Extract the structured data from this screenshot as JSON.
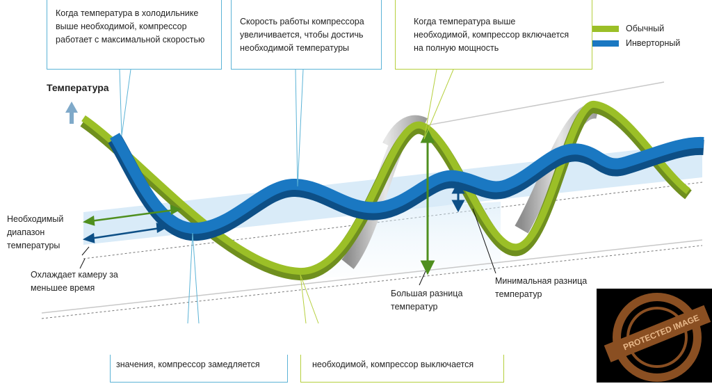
{
  "axis_title": "Температура",
  "legend": [
    {
      "label": "Обычный",
      "color": "#9bbf27"
    },
    {
      "label": "Инверторный",
      "color": "#1a78c2"
    }
  ],
  "callouts": {
    "top_left": "Когда температура в холодильнике выше необходимой, компрессор работает с максимальной скоростью",
    "top_middle": "Скорость работы компрессора увеличивается, чтобы достичь необходимой температуры",
    "top_right": "Когда температура выше необходимой, компрессор включается на полную мощность",
    "bottom_left": "значения, компрессор замедляется",
    "bottom_right": "необходимой, компрессор выключается"
  },
  "labels": {
    "range": "Необходимый диапазон температуры",
    "cools": "Охлаждает камеру за меньшее время",
    "big_diff": "Большая разница температур",
    "min_diff": "Минимальная разница температур"
  },
  "stamp": {
    "text": "PROTECTED IMAGE"
  }
}
